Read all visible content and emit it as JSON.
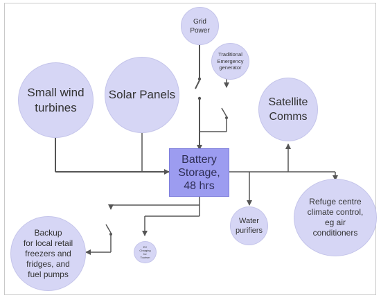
{
  "diagram": {
    "nodes": {
      "grid_power": "Grid\nPower",
      "emergency_generator": "Traditional\nEmergency\ngenerator",
      "wind_turbines": "Small wind\nturbines",
      "solar_panels": "Solar Panels",
      "satellite_comms": "Satellite\nComms",
      "battery_storage": "Battery\nStorage,\n48 hrs",
      "backup_retail": "Backup\nfor local retail\nfreezers and\nfridges, and\nfuel pumps",
      "ev_charging": "EV\nCharging\nfor\nTourism",
      "water_purifiers": "Water\npurifiers",
      "refuge_centre": "Refuge centre\nclimate control,\neg air\nconditioners"
    },
    "colors": {
      "circle_fill": "#d6d6f5",
      "battery_fill": "#9c9cf0",
      "line": "#555555"
    }
  }
}
